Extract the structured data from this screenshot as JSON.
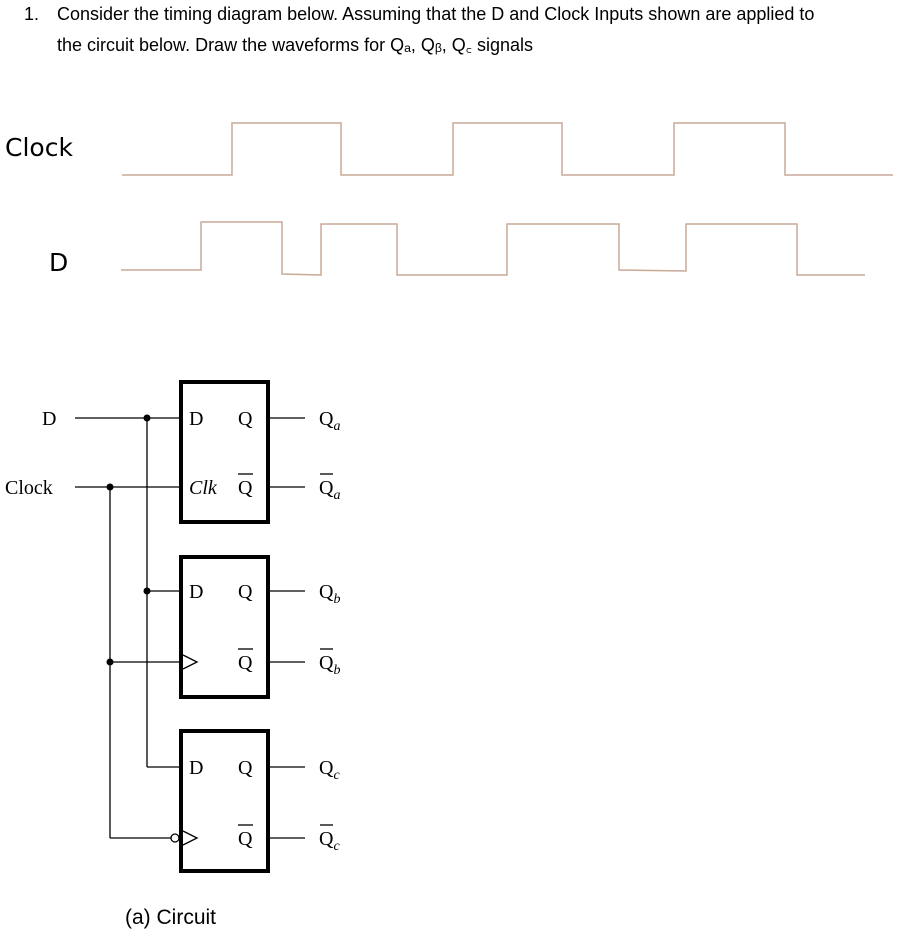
{
  "question": {
    "number": "1.",
    "line1": "Consider the timing diagram below. Assuming that the D and Clock Inputs shown are applied to",
    "line2": "the circuit below. Draw the waveforms for Qₐ, Qᵦ, Q꜀ signals"
  },
  "timing": {
    "clock_label": "Clock",
    "d_label": "D",
    "wave_color": "#c8a995",
    "clock_levels": [
      0,
      1,
      0,
      1,
      0,
      1,
      0
    ],
    "d_levels": [
      0,
      1,
      0,
      1,
      0,
      1,
      0,
      1,
      0
    ]
  },
  "circuit": {
    "input_d": "D",
    "input_clock": "Clock",
    "ff_d": "D",
    "ff_q": "Q",
    "ff_qbar": "Q",
    "ff_clk": "Clk",
    "outputs": [
      {
        "main": "Q",
        "sub": "a",
        "bar": false
      },
      {
        "main": "Q",
        "sub": "a",
        "bar": true
      },
      {
        "main": "Q",
        "sub": "b",
        "bar": false
      },
      {
        "main": "Q",
        "sub": "b",
        "bar": true
      },
      {
        "main": "Q",
        "sub": "c",
        "bar": false
      },
      {
        "main": "Q",
        "sub": "c",
        "bar": true
      }
    ],
    "caption": "(a) Circuit"
  }
}
